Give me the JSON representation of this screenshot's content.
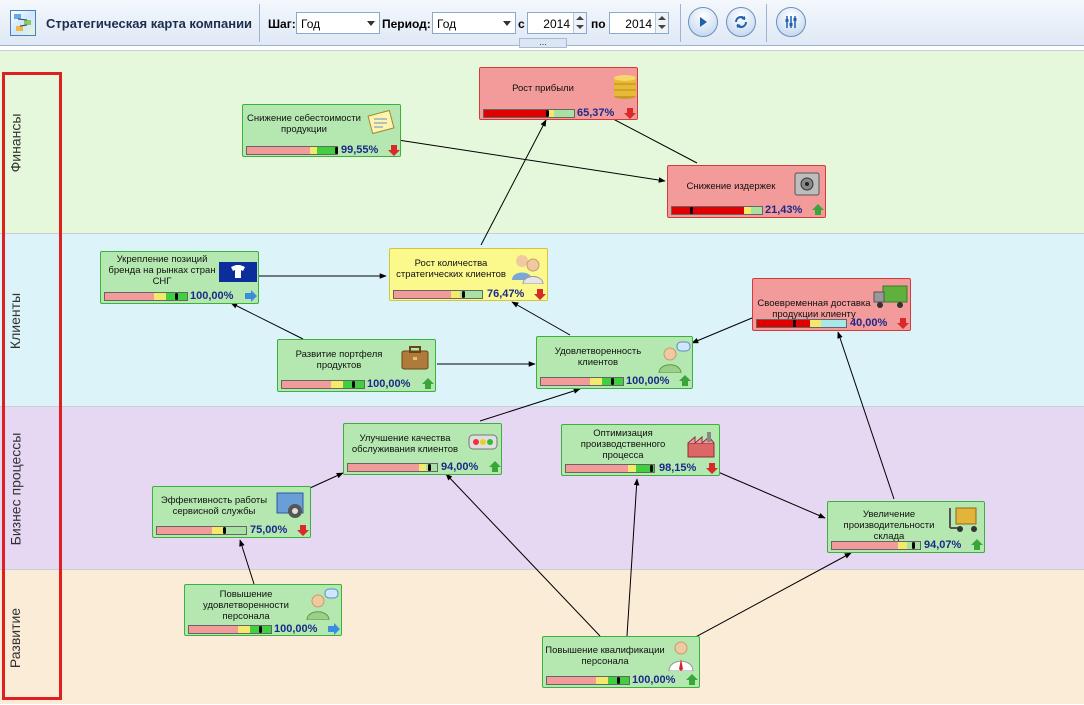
{
  "app": {
    "title": "Стратегическая карта компании"
  },
  "toolbar": {
    "step_label": "Шаг:",
    "step_value": "Год",
    "period_label": "Период:",
    "period_value": "Год",
    "from_label": "с",
    "from_value": "2014",
    "to_label": "по",
    "to_value": "2014",
    "grip_label": "..."
  },
  "bands": [
    {
      "id": "finance",
      "label": "Финансы",
      "color": "#e6f8dc"
    },
    {
      "id": "clients",
      "label": "Клиенты",
      "color": "#dcf3fa"
    },
    {
      "id": "business",
      "label": "Бизнес процессы",
      "color": "#e6d8f2"
    },
    {
      "id": "development",
      "label": "Развитие",
      "color": "#fbecd8"
    }
  ],
  "colors": {
    "green": "#b5e8b0",
    "red": "#f39a9a",
    "yellow": "#fbf88c",
    "trend_up": "#3aa63a",
    "trend_down": "#d92a2a",
    "trend_right": "#3c8ce0"
  },
  "nodes": [
    {
      "id": "profit",
      "title": "Рост прибыли",
      "percent": "65,37%",
      "state": "red",
      "trend": "down",
      "icon": "coins-icon"
    },
    {
      "id": "cost-reduction",
      "title": "Снижение себестоимости продукции",
      "percent": "99,55%",
      "state": "green",
      "trend": "down",
      "icon": "calculator-icon"
    },
    {
      "id": "expenses",
      "title": "Снижение издержек",
      "percent": "21,43%",
      "state": "red",
      "trend": "up",
      "icon": "safe-icon"
    },
    {
      "id": "brand",
      "title": "Укрепление позиций бренда на рынках стран СНГ",
      "percent": "100,00%",
      "state": "green",
      "trend": "right",
      "icon": "shirt-icon"
    },
    {
      "id": "strategic-clients",
      "title": "Рост количества стратегических клиентов",
      "percent": "76,47%",
      "state": "yellow",
      "trend": "down",
      "icon": "users-icon"
    },
    {
      "id": "delivery",
      "title": "Своевременная доставка продукции клиенту",
      "percent": "40,00%",
      "state": "red",
      "trend": "down",
      "icon": "truck-icon"
    },
    {
      "id": "portfolio",
      "title": "Развитие портфеля продуктов",
      "percent": "100,00%",
      "state": "green",
      "trend": "up",
      "icon": "briefcase-icon"
    },
    {
      "id": "satisfaction",
      "title": "Удовлетворенность клиентов",
      "percent": "100,00%",
      "state": "green",
      "trend": "up",
      "icon": "user-chat-icon"
    },
    {
      "id": "service-quality",
      "title": "Улучшение качества обслуживания клиентов",
      "percent": "94,00%",
      "state": "green",
      "trend": "up",
      "icon": "traffic-light-icon"
    },
    {
      "id": "production",
      "title": "Оптимизация производственного процесса",
      "percent": "98,15%",
      "state": "green",
      "trend": "down",
      "icon": "factory-icon"
    },
    {
      "id": "service-efficiency",
      "title": "Эффективность работы сервисной службы",
      "percent": "75,00%",
      "state": "green",
      "trend": "down",
      "icon": "wrench-icon"
    },
    {
      "id": "warehouse",
      "title": "Увеличение производительности склада",
      "percent": "94,07%",
      "state": "green",
      "trend": "up",
      "icon": "forklift-icon"
    },
    {
      "id": "staff-satisfaction",
      "title": "Повышение удовлетворенности персонала",
      "percent": "100,00%",
      "state": "green",
      "trend": "right",
      "icon": "user-chat-icon"
    },
    {
      "id": "qualification",
      "title": "Повышение квалификации персонала",
      "percent": "100,00%",
      "state": "green",
      "trend": "up",
      "icon": "doctor-icon"
    }
  ]
}
